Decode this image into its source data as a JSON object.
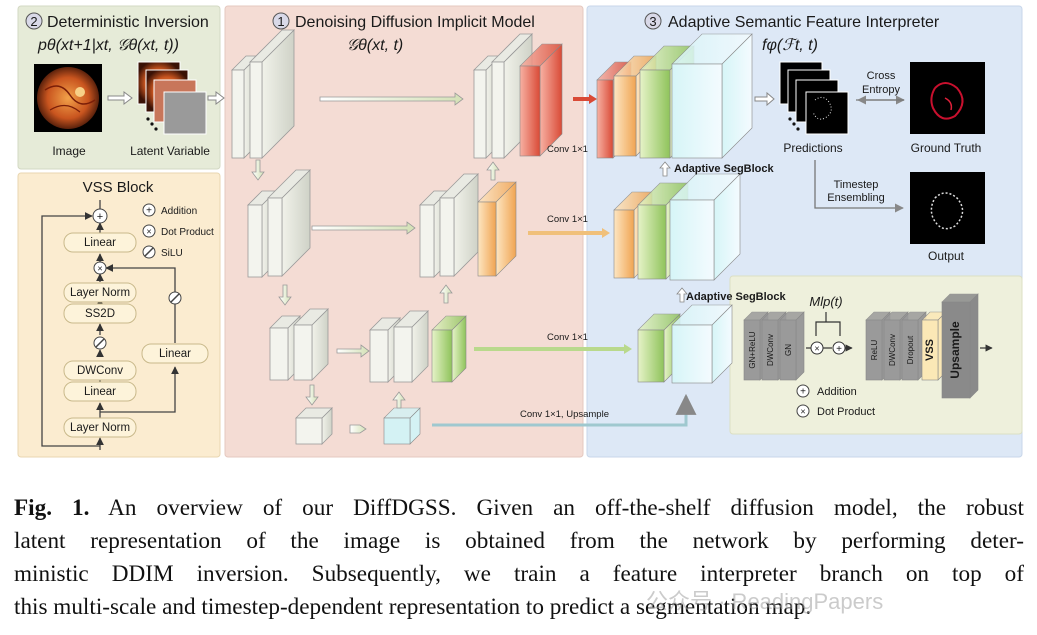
{
  "panels": {
    "inversion": {
      "num": "2",
      "title": "Deterministic Inversion",
      "formula": "pθ(xt+1|xt, 𝒢θ(xt, t))",
      "image_label": "Image",
      "latent_label": "Latent Variable"
    },
    "ddim": {
      "num": "1",
      "title": "Denoising Diffusion Implicit Model",
      "formula": "𝒢θ(xt, t)"
    },
    "interpreter": {
      "num": "3",
      "title": "Adaptive Semantic Feature Interpreter",
      "formula": "fφ(ℱt, t)"
    },
    "vss": {
      "title": "VSS Block",
      "legend": {
        "addition": "Addition",
        "dot_product": "Dot Product",
        "silu": "SiLU"
      },
      "boxes": {
        "linear_top": "Linear",
        "layer_norm_1": "Layer Norm",
        "ss2d": "SS2D",
        "dwconv": "DWConv",
        "linear_mid": "Linear",
        "layer_norm_2": "Layer Norm",
        "linear_side": "Linear"
      }
    }
  },
  "labels": {
    "conv1": "Conv 1×1",
    "conv2": "Conv 1×1",
    "conv3": "Conv 1×1",
    "conv_up": "Conv 1×1, Upsample",
    "segblock1": "Adaptive SegBlock",
    "segblock2": "Adaptive SegBlock",
    "predictions": "Predictions",
    "cross_entropy_1": "Cross",
    "cross_entropy_2": "Entropy",
    "ground_truth": "Ground Truth",
    "timestep_1": "Timestep",
    "timestep_2": "Ensembling",
    "output": "Output"
  },
  "segblock_detail": {
    "mlp": "Mlp(t)",
    "layers": [
      "GN+ReLU",
      "DWConv",
      "GN",
      "ReLU",
      "DWConv",
      "Dropout",
      "VSS",
      "Upsample"
    ],
    "legend_addition": "Addition",
    "legend_dot": "Dot Product"
  },
  "caption": {
    "prefix": "Fig. 1.",
    "lines": [
      "An overview of our DiffDGSS. Given an off-the-shelf diffusion model, the robust",
      "latent representation of the image is obtained from the network by performing deter-",
      "ministic DDIM inversion. Subsequently, we train a feature interpreter branch on top of",
      "this multi-scale and timestep-dependent representation to predict a segmentation map."
    ]
  },
  "watermark": "公众号 · ReadingPapers",
  "colors": {
    "inversion_bg": "#e6ebd8",
    "ddim_bg": "#f4dcd4",
    "interpreter_bg": "#dde8f6",
    "vss_bg": "#fbecd0",
    "segblock_bg": "#eef0dc"
  }
}
